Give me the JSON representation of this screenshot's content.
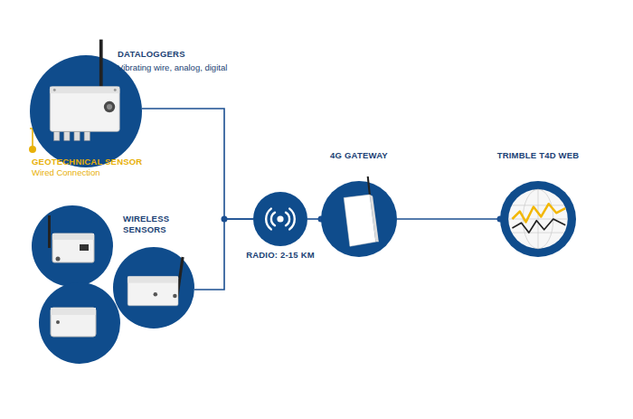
{
  "diagram": {
    "nodes": [
      {
        "text": [
          "DATALOGGERS",
          "Vibrating wire, analog, digital"
        ]
      },
      {
        "text": [
          "GEOTECHNICAL SENSOR",
          "Wired Connection"
        ]
      },
      {
        "text": [
          "WIRELESS SENSORS"
        ]
      },
      {
        "text": [
          "RADIO: 2-15 KM"
        ]
      },
      {
        "text": [
          "4G GATEWAY"
        ]
      },
      {
        "text": [
          "TRIMBLE T4D WEB"
        ]
      }
    ],
    "edges": [
      {
        "from": 0,
        "to": 1,
        "arrow": "none"
      },
      {
        "from": 0,
        "to": 3,
        "arrow": "none"
      },
      {
        "from": 2,
        "to": 3,
        "arrow": "none"
      },
      {
        "from": 3,
        "to": 4,
        "arrow": "none"
      },
      {
        "from": 4,
        "to": 5,
        "arrow": "none"
      }
    ]
  }
}
